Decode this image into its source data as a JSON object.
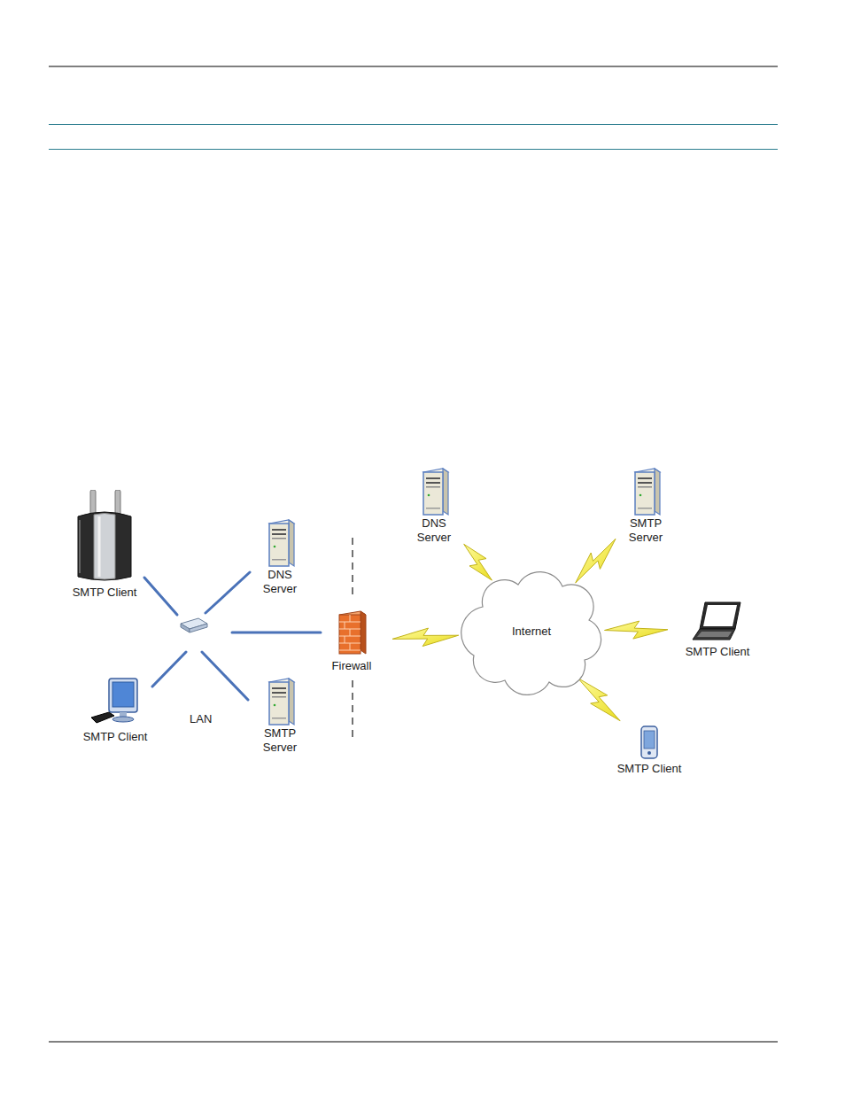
{
  "diagram": {
    "nodes": [
      {
        "text": [
          "SMTP Client"
        ]
      },
      {
        "text": [
          "DNS Server"
        ]
      },
      {
        "text": [
          "Firewall"
        ]
      },
      {
        "text": [
          "DNS Server"
        ]
      },
      {
        "text": [
          "SMTP Server"
        ]
      },
      {
        "text": [
          "Internet"
        ]
      },
      {
        "text": [
          "SMTP Client"
        ]
      },
      {
        "text": [
          "SMTP Client"
        ]
      },
      {
        "text": [
          "SMTP Server"
        ]
      },
      {
        "text": [
          "SMTP Client"
        ]
      }
    ],
    "edges": [
      {
        "from": 2,
        "to": 5,
        "arrow": "none"
      },
      {
        "from": 5,
        "to": 3,
        "arrow": "none"
      },
      {
        "from": 5,
        "to": 4,
        "arrow": "none"
      },
      {
        "from": 5,
        "to": 6,
        "arrow": "none"
      },
      {
        "from": 5,
        "to": 9,
        "arrow": "none"
      }
    ],
    "labels": [
      "LAN"
    ]
  }
}
